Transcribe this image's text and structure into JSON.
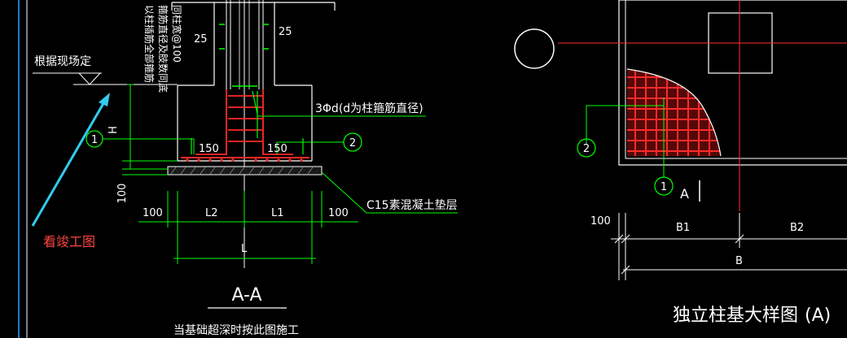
{
  "left_view": {
    "site_note": "根据现场定",
    "rebar_note_lines": [
      "同柱宽@100",
      "箍筋直径及肢数同底",
      "以柱插筋全部箍筋"
    ],
    "cover_left": "25",
    "cover_right": "25",
    "stirrup_note": "3Φd(d为柱箍筋直径)",
    "dim_h": "H",
    "bar_150_left": "150",
    "bar_150_right": "150",
    "callout_1": "1",
    "callout_2": "2",
    "dim_100_vertical": "100",
    "bedding_note": "C15素混凝土垫层",
    "dim_100_left": "100",
    "dim_l2": "L2",
    "dim_l1": "L1",
    "dim_100_right": "100",
    "dim_l": "L",
    "section_title": "A-A",
    "section_note": "当基础超深时按此图施工",
    "annotation_red": "看竣工图"
  },
  "right_view": {
    "callout_2": "2",
    "callout_1": "1",
    "section_mark": "A",
    "dim_100": "100",
    "dim_b1": "B1",
    "dim_b2": "B2",
    "dim_b": "B",
    "title": "独立柱基大样图",
    "title_suffix": "(A)"
  },
  "colors": {
    "background": "#000000",
    "lines": "#ffffff",
    "leaders": "#00ff00",
    "center": "#ff3030",
    "rebar": "#ff2a2a",
    "arrow": "#33ccee",
    "annotation": "#ff4444"
  }
}
